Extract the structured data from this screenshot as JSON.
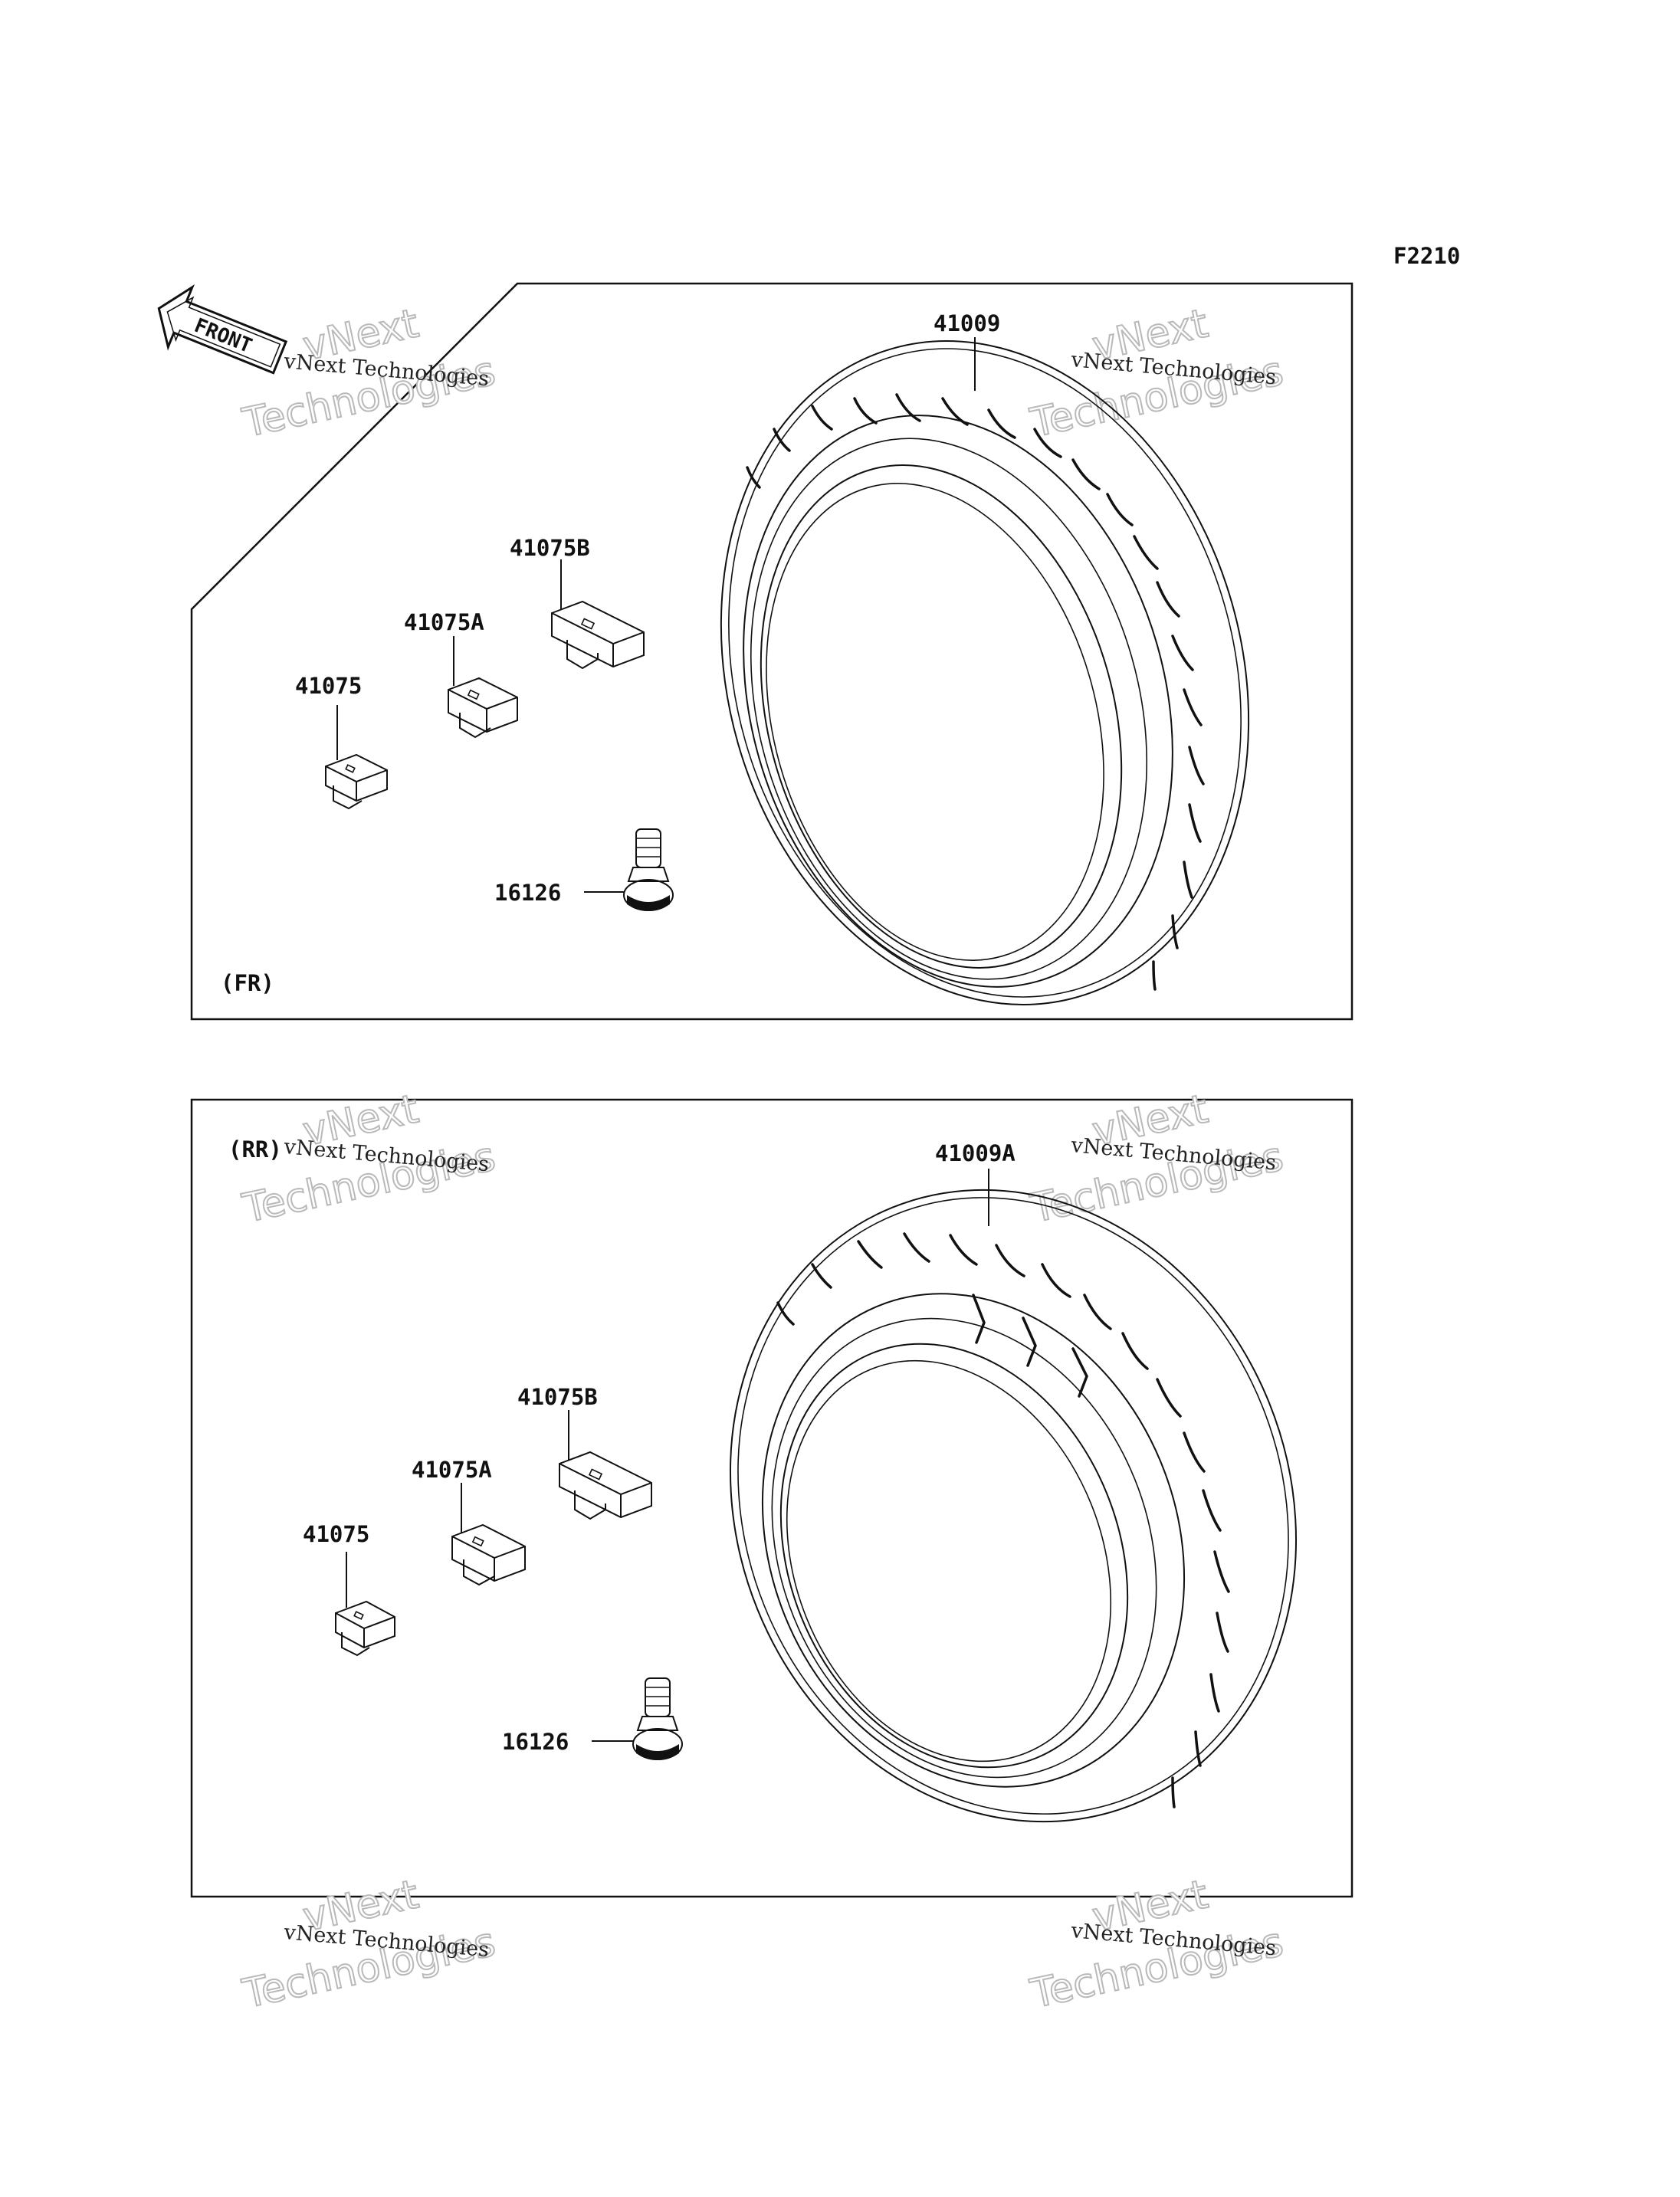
{
  "diagram": {
    "figure_code": "F2210",
    "front_arrow_text": "FRONT",
    "watermark_line1": "vNext Technologies",
    "watermark_line2": "vNext\nTechnologies",
    "front_panel": {
      "section_label": "(FR)",
      "parts": {
        "tire": "41009",
        "weight_b": "41075B",
        "weight_a": "41075A",
        "weight": "41075",
        "valve": "16126"
      }
    },
    "rear_panel": {
      "section_label": "(RR)",
      "parts": {
        "tire": "41009A",
        "weight_b": "41075B",
        "weight_a": "41075A",
        "weight": "41075",
        "valve": "16126"
      }
    }
  }
}
